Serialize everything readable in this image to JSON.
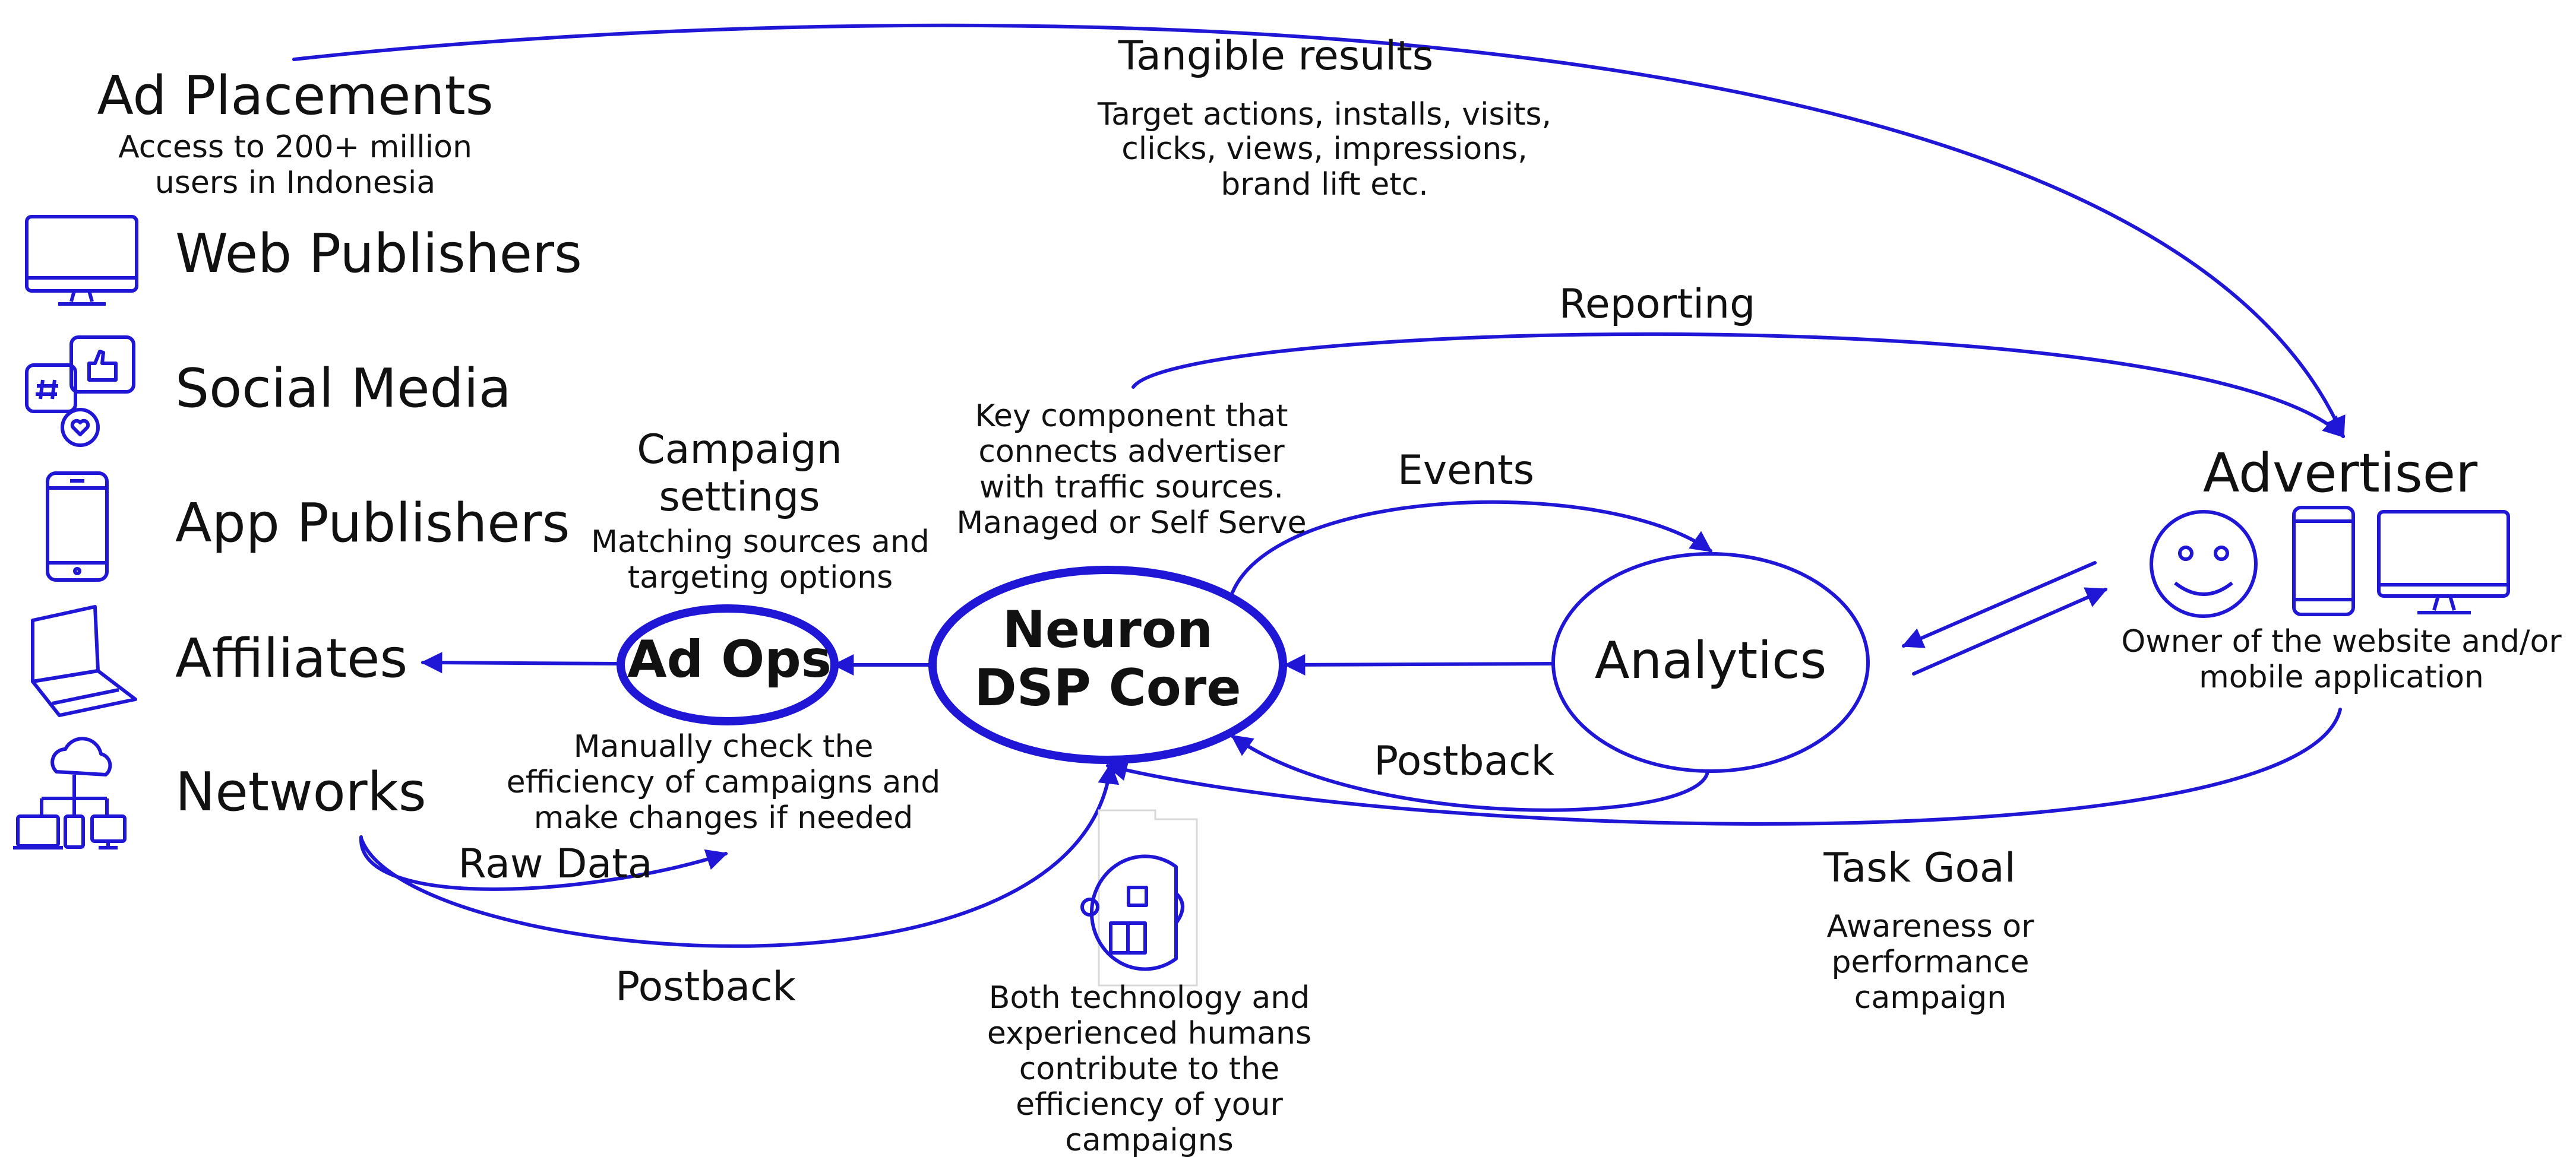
{
  "accent_color": "#1f16d6",
  "ad_placements": {
    "title": "Ad Placements",
    "desc_line1": "Access to 200+ million",
    "desc_line2": "users in Indonesia",
    "items": [
      {
        "label": "Web Publishers",
        "icon": "monitor-icon"
      },
      {
        "label": "Social Media",
        "icon": "social-media-icon"
      },
      {
        "label": "App Publishers",
        "icon": "smartphone-icon"
      },
      {
        "label": "Affiliates",
        "icon": "laptop-icon"
      },
      {
        "label": "Networks",
        "icon": "network-icon"
      }
    ]
  },
  "tangible": {
    "title": "Tangible results",
    "line1": "Target actions, installs, visits,",
    "line2": "clicks, views,  impressions,",
    "line3": "brand lift etc."
  },
  "reporting_label": "Reporting",
  "key_component": {
    "line1": "Key component that",
    "line2": "connects advertiser",
    "line3": "with traffic sources.",
    "line4": "Managed or Self Serve"
  },
  "campaign_settings": {
    "title_line1": "Campaign",
    "title_line2": "settings",
    "desc_line1": "Matching sources and",
    "desc_line2": "targeting options"
  },
  "ad_ops": {
    "label": "Ad Ops",
    "desc_line1": "Manually check the",
    "desc_line2": "efficiency of campaigns and",
    "desc_line3": "make changes if needed"
  },
  "core": {
    "line1": "Neuron",
    "line2": "DSP Core"
  },
  "events_label": "Events",
  "analytics_label": "Analytics",
  "postback_right_label": "Postback",
  "postback_left_label": "Postback",
  "raw_data_label": "Raw Data",
  "advertiser": {
    "title": "Advertiser",
    "desc_line1": "Owner of the website and/or",
    "desc_line2": "mobile application"
  },
  "task_goal": {
    "title": "Task Goal",
    "line1": "Awareness or",
    "line2": "performance",
    "line3": "campaign"
  },
  "human_tech": {
    "line1": "Both technology and",
    "line2": "experienced humans",
    "line3": "contribute to the",
    "line4": "efficiency of your",
    "line5": "campaigns"
  }
}
